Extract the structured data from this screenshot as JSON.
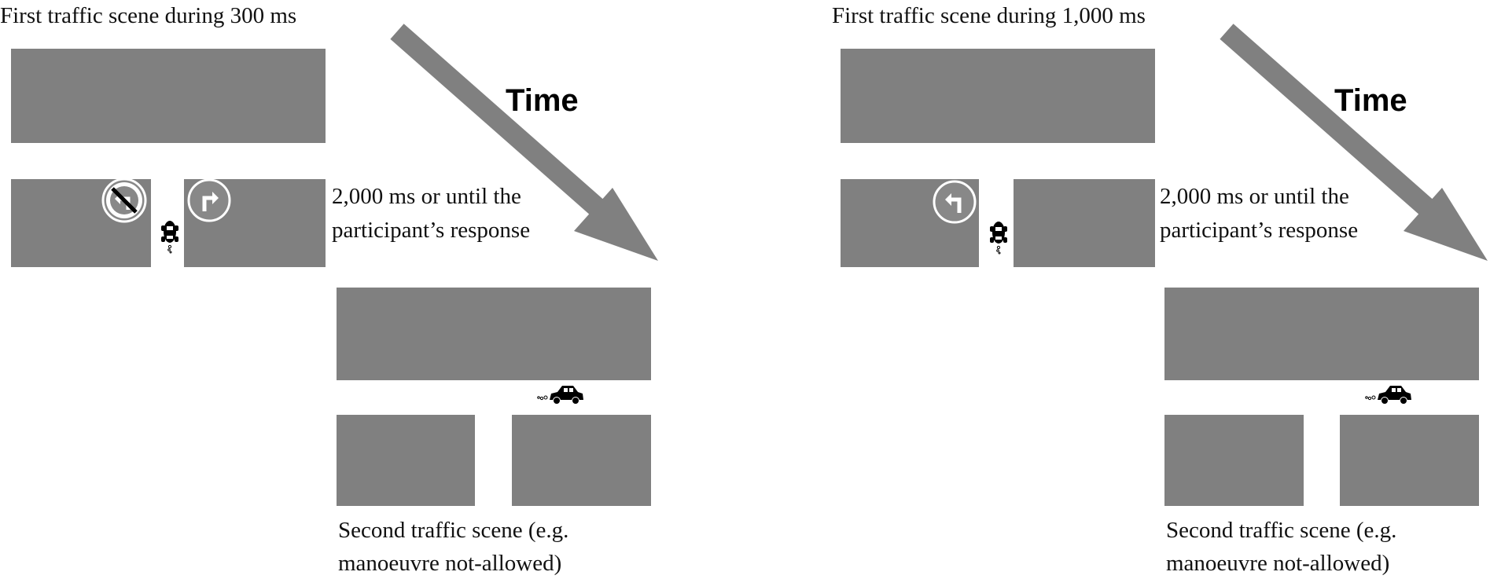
{
  "colors": {
    "block": "#808080",
    "arrow": "#808080",
    "sign_bg": "#888888",
    "sign_border": "#ffffff",
    "car": "#000000",
    "text": "#111111"
  },
  "panels": [
    {
      "first_scene_label": "First traffic scene during 300 ms",
      "time_label": "Time",
      "interval_line1": "2,000 ms or until the",
      "interval_line2": "participant’s response",
      "second_scene_line1": "Second traffic scene (e.g.",
      "second_scene_line2": "manoeuvre not-allowed)",
      "signs": [
        "no-left-turn-sign-icon",
        "right-turn-sign-icon"
      ]
    },
    {
      "first_scene_label": "First traffic scene during 1,000 ms",
      "time_label": "Time",
      "interval_line1": "2,000 ms or until the",
      "interval_line2": "participant’s response",
      "second_scene_line1": "Second traffic scene (e.g.",
      "second_scene_line2": "manoeuvre not-allowed)",
      "signs": [
        "left-turn-sign-icon"
      ]
    }
  ]
}
